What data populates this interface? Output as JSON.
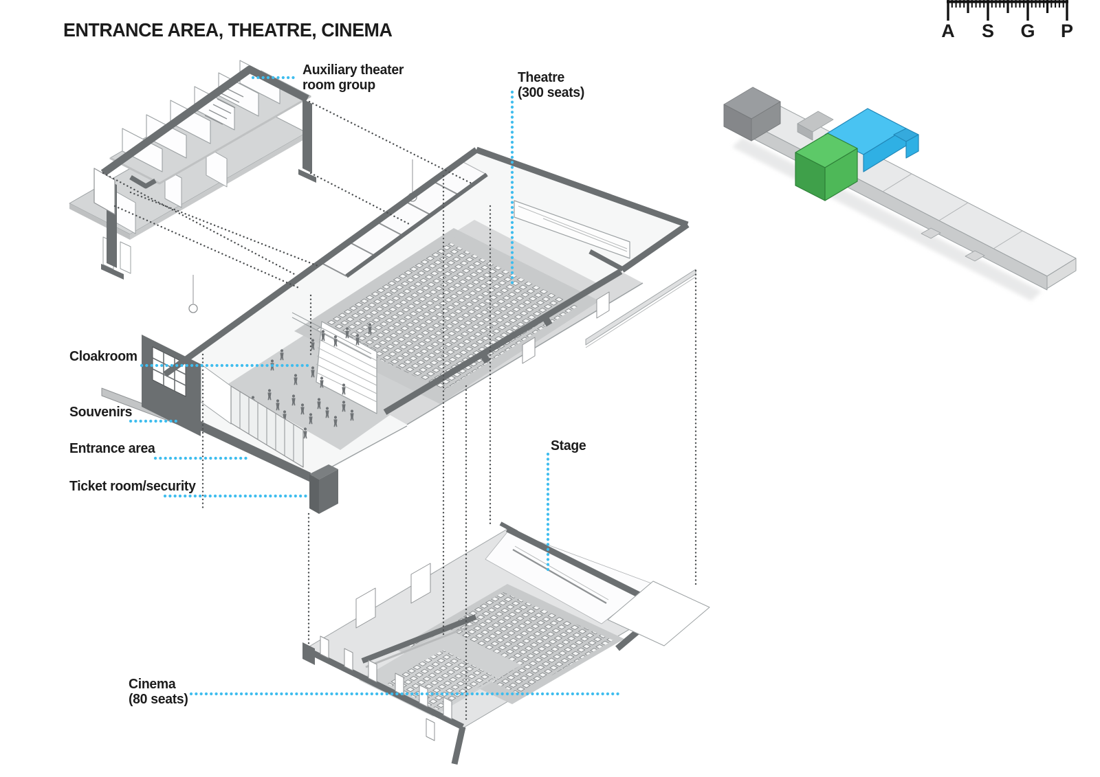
{
  "title": "ENTRANCE AREA, THEATRE, CINEMA",
  "brand": {
    "icon": "ruler-logo",
    "letters": [
      "A",
      "S",
      "G",
      "P"
    ]
  },
  "callouts": {
    "auxiliary": {
      "line1": "Auxiliary theater",
      "line2": "room group"
    },
    "theatre": {
      "line1": "Theatre",
      "line2": "(300 seats)"
    },
    "cloakroom": {
      "line1": "Cloakroom"
    },
    "souvenirs": {
      "line1": "Souvenirs"
    },
    "entrance": {
      "line1": "Entrance area"
    },
    "ticket": {
      "line1": "Ticket room/security"
    },
    "stage": {
      "line1": "Stage"
    },
    "cinema": {
      "line1": "Cinema",
      "line2": "(80 seats)"
    }
  },
  "colors": {
    "accent_cyan": "#3fbdee",
    "projection_gray": "#4c4f51",
    "wall_dark": "#6b6f71",
    "text": "#1c1c1c",
    "green_top": "#5dc968",
    "green_left": "#3fa04a",
    "green_right": "#4eb858",
    "green_stroke": "#2e8038",
    "blue_top": "#49c3f2",
    "blue_side": "#2fb0e4",
    "blue_step": "#35aadd",
    "blue_stroke": "#2187b8"
  },
  "locator": {
    "description": "building-bar locator with highlighted volumes",
    "highlights": [
      {
        "name": "entrance-theatre-volume",
        "color_key": "blue"
      },
      {
        "name": "foyer-volume",
        "color_key": "green"
      }
    ]
  }
}
